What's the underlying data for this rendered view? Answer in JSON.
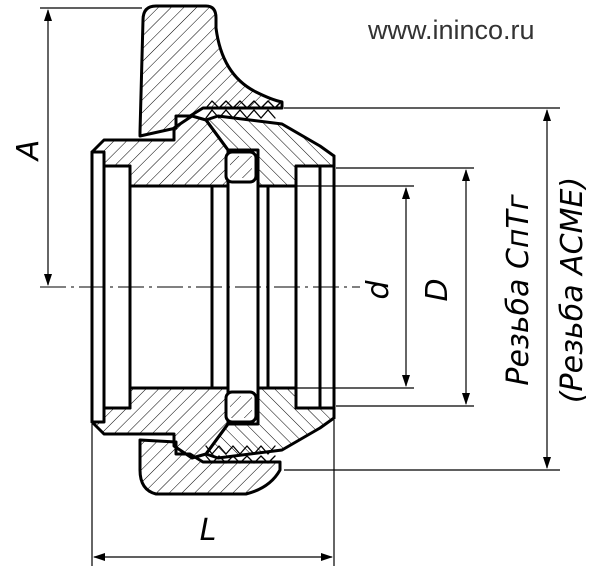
{
  "website": "www.ininco.ru",
  "labels": {
    "A": "A",
    "L": "L",
    "d": "d",
    "D": "D",
    "thread_ru": "Резьба СпТг",
    "thread_en": "(Резьба ACME)"
  }
}
